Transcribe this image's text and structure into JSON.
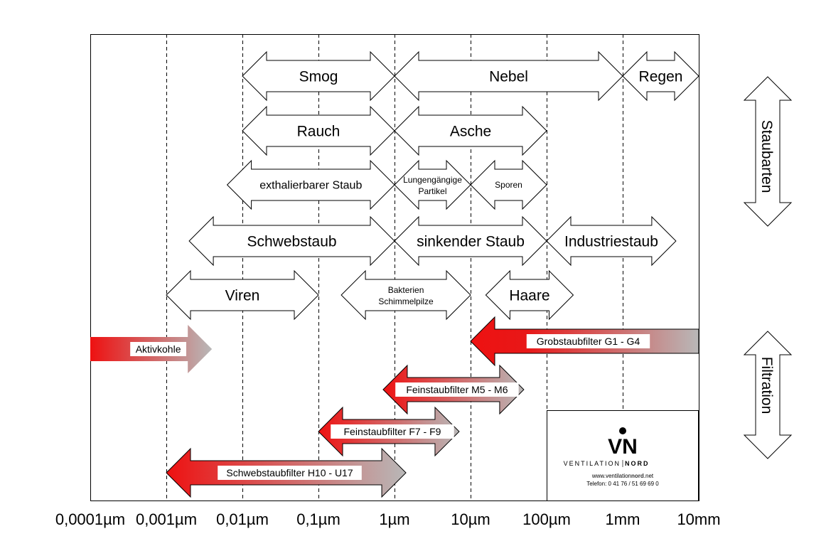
{
  "axis": {
    "ticks": [
      "0,0001µm",
      "0,001µm",
      "0,01µm",
      "0,1µm",
      "1µm",
      "10µm",
      "100µm",
      "1mm",
      "10mm"
    ]
  },
  "particles": [
    {
      "id": "smog",
      "lines": [
        "Smog"
      ],
      "from": 2.0,
      "to": 4.0
    },
    {
      "id": "nebel",
      "lines": [
        "Nebel"
      ],
      "from": 4.0,
      "to": 7.0
    },
    {
      "id": "regen",
      "lines": [
        "Regen"
      ],
      "from": 7.0,
      "to": 8.0
    },
    {
      "id": "rauch",
      "lines": [
        "Rauch"
      ],
      "from": 2.0,
      "to": 4.0
    },
    {
      "id": "asche",
      "lines": [
        "Asche"
      ],
      "from": 4.0,
      "to": 6.0
    },
    {
      "id": "exthalierbarer-staub",
      "lines": [
        "exthalierbarer Staub"
      ],
      "from": 1.8,
      "to": 4.0
    },
    {
      "id": "lungengaengige-partikel",
      "lines": [
        "Lungengängige",
        "Partikel"
      ],
      "from": 4.0,
      "to": 5.0
    },
    {
      "id": "sporen",
      "lines": [
        "Sporen"
      ],
      "from": 5.0,
      "to": 6.0
    },
    {
      "id": "schwebstaub",
      "lines": [
        "Schwebstaub"
      ],
      "from": 1.3,
      "to": 4.0
    },
    {
      "id": "sinkender-staub",
      "lines": [
        "sinkender Staub"
      ],
      "from": 4.0,
      "to": 6.0
    },
    {
      "id": "industriestaub",
      "lines": [
        "Industriestaub"
      ],
      "from": 6.0,
      "to": 7.7
    },
    {
      "id": "viren",
      "lines": [
        "Viren"
      ],
      "from": 1.0,
      "to": 3.0
    },
    {
      "id": "bakterien-schimmelpilze",
      "lines": [
        "Bakterien",
        "Schimmelpilze"
      ],
      "from": 3.3,
      "to": 5.0
    },
    {
      "id": "haare",
      "lines": [
        "Haare"
      ],
      "from": 5.2,
      "to": 6.35
    }
  ],
  "filters": [
    {
      "id": "aktivkohle",
      "label": "Aktivkohle",
      "from": 0.0,
      "to": 1.6,
      "direction": "right"
    },
    {
      "id": "grobstaubfilter",
      "label": "Grobstaubfilter G1 - G4",
      "from": 5.0,
      "to": 8.0,
      "direction": "left"
    },
    {
      "id": "feinstaubfilter-m5-m6",
      "label": "Feinstaubfilter M5 - M6",
      "from": 3.85,
      "to": 5.7,
      "direction": "both"
    },
    {
      "id": "feinstaubfilter-f7-f9",
      "label": "Feinstaubfilter F7 - F9",
      "from": 3.0,
      "to": 4.85,
      "direction": "both"
    },
    {
      "id": "schwebstaubfilter",
      "label": "Schwebstaubfilter H10 - U17",
      "from": 1.0,
      "to": 4.15,
      "direction": "both"
    }
  ],
  "side": {
    "staubarten": "Staubarten",
    "filtration": "Filtration"
  },
  "logo": {
    "mark": "VN",
    "name_left": "VENTILATION",
    "name_right": "NORD",
    "web_prefix": "www.ventilation",
    "web_bold": "nord",
    "web_suffix": ".net",
    "phone": "Telefon: 0 41 76 / 51 69 69 0"
  },
  "colors": {
    "filter_red": "#ee1111",
    "filter_gray": "#b8b8b8",
    "grid": "#000000"
  }
}
